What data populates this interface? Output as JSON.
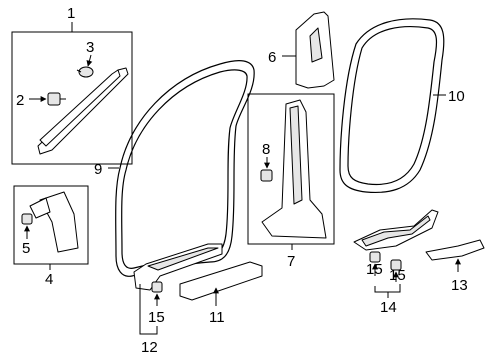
{
  "callouts": {
    "c1": "1",
    "c2": "2",
    "c3": "3",
    "c4": "4",
    "c5": "5",
    "c6": "6",
    "c7": "7",
    "c8": "8",
    "c9": "9",
    "c10": "10",
    "c11": "11",
    "c12": "12",
    "c13": "13",
    "c14": "14",
    "c15a": "15",
    "c15b": "15",
    "c15c": "15"
  }
}
